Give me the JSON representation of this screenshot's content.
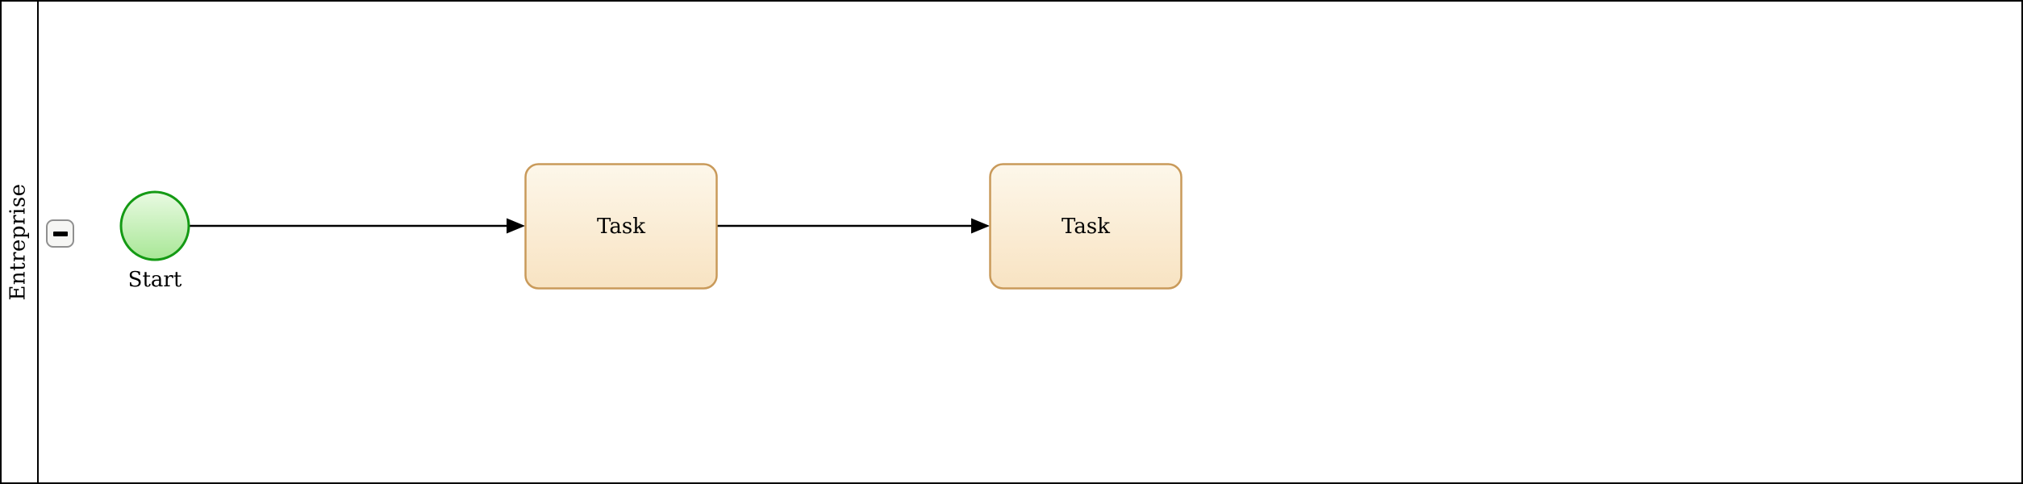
{
  "diagram": {
    "type": "bpmn-process",
    "pool": {
      "label": "Entreprise",
      "collapse_icon": "minus-icon",
      "collapsed": false
    },
    "nodes": [
      {
        "id": "start",
        "type": "start-event",
        "label": "Start"
      },
      {
        "id": "task1",
        "type": "task",
        "label": "Task"
      },
      {
        "id": "task2",
        "type": "task",
        "label": "Task"
      }
    ],
    "flows": [
      {
        "from": "start",
        "to": "task1"
      },
      {
        "from": "task1",
        "to": "task2"
      }
    ]
  },
  "colors": {
    "background": "#ffffff",
    "pool_border": "#000000",
    "start_fill_top": "#e9fae2",
    "start_fill_bottom": "#a8e796",
    "start_stroke": "#149a14",
    "task_fill_top": "#fdf7ea",
    "task_fill_bottom": "#f8e3c2",
    "task_stroke": "#c99a5a",
    "flow_color": "#000000",
    "collapse_border": "#8f8f8f",
    "collapse_bg": "#f6f6f4"
  }
}
